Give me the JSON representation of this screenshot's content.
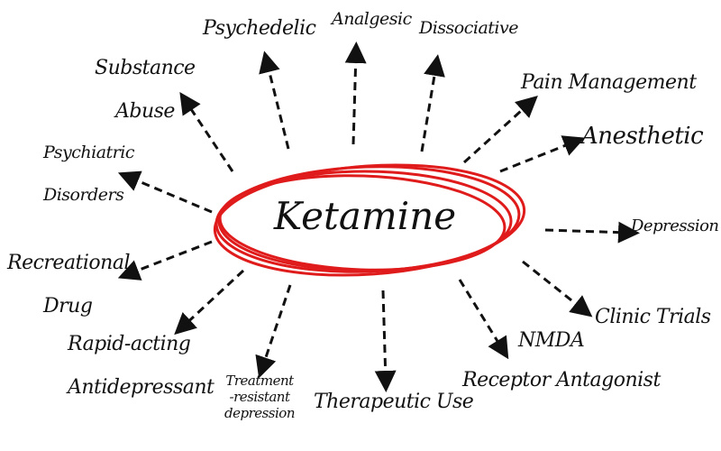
{
  "center": "Ketamine",
  "accent_color": "#e01b1b",
  "labels": {
    "psychedelic": "Psychedelic",
    "analgesic": "Analgesic",
    "dissociative": "Dissociative",
    "pain_management": "Pain Management",
    "anesthetic": "Anesthetic",
    "depression": "Depression",
    "clinic_trials": "Clinic Trials",
    "nmda_1": "NMDA",
    "nmda_2": "Receptor Antagonist",
    "therapeutic_use": "Therapeutic Use",
    "trd_1": "Treatment",
    "trd_2": "-resistant",
    "trd_3": "depression",
    "rapid_1": "Rapid-acting",
    "rapid_2": "Antidepressant",
    "recreational_1": "Recreational",
    "recreational_2": "Drug",
    "psychiatric_1": "Psychiatric",
    "psychiatric_2": "Disorders",
    "substance_1": "Substance",
    "substance_2": "Abuse"
  }
}
